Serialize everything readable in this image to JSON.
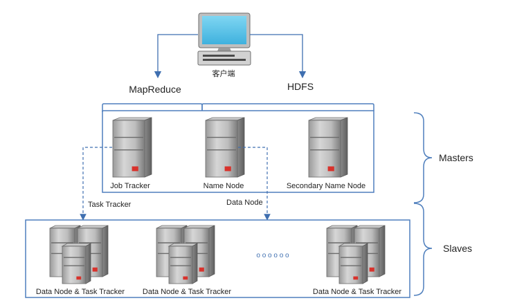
{
  "client": {
    "label": "客户端"
  },
  "channels": {
    "mapreduce": "MapReduce",
    "hdfs": "HDFS"
  },
  "masters": {
    "group_label": "Masters",
    "nodes": [
      {
        "label": "Job  Tracker"
      },
      {
        "label": "Name Node"
      },
      {
        "label": "Secondary Name Node"
      }
    ]
  },
  "links": {
    "task_tracker": "Task Tracker",
    "data_node": "Data Node"
  },
  "slaves": {
    "group_label": "Slaves",
    "nodes": [
      {
        "label": "Data Node & Task Tracker"
      },
      {
        "label": "Data Node & Task Tracker"
      },
      {
        "label": "Data Node & Task Tracker"
      }
    ],
    "ellipsis": "o o o  o o o"
  },
  "colors": {
    "frame": "#4f7fbd",
    "line": "#3f6fb0",
    "server_light": "#c8c8c8",
    "server_dark": "#7a7a7a",
    "led": "#d8322c",
    "screen": "#5bc4ea"
  }
}
